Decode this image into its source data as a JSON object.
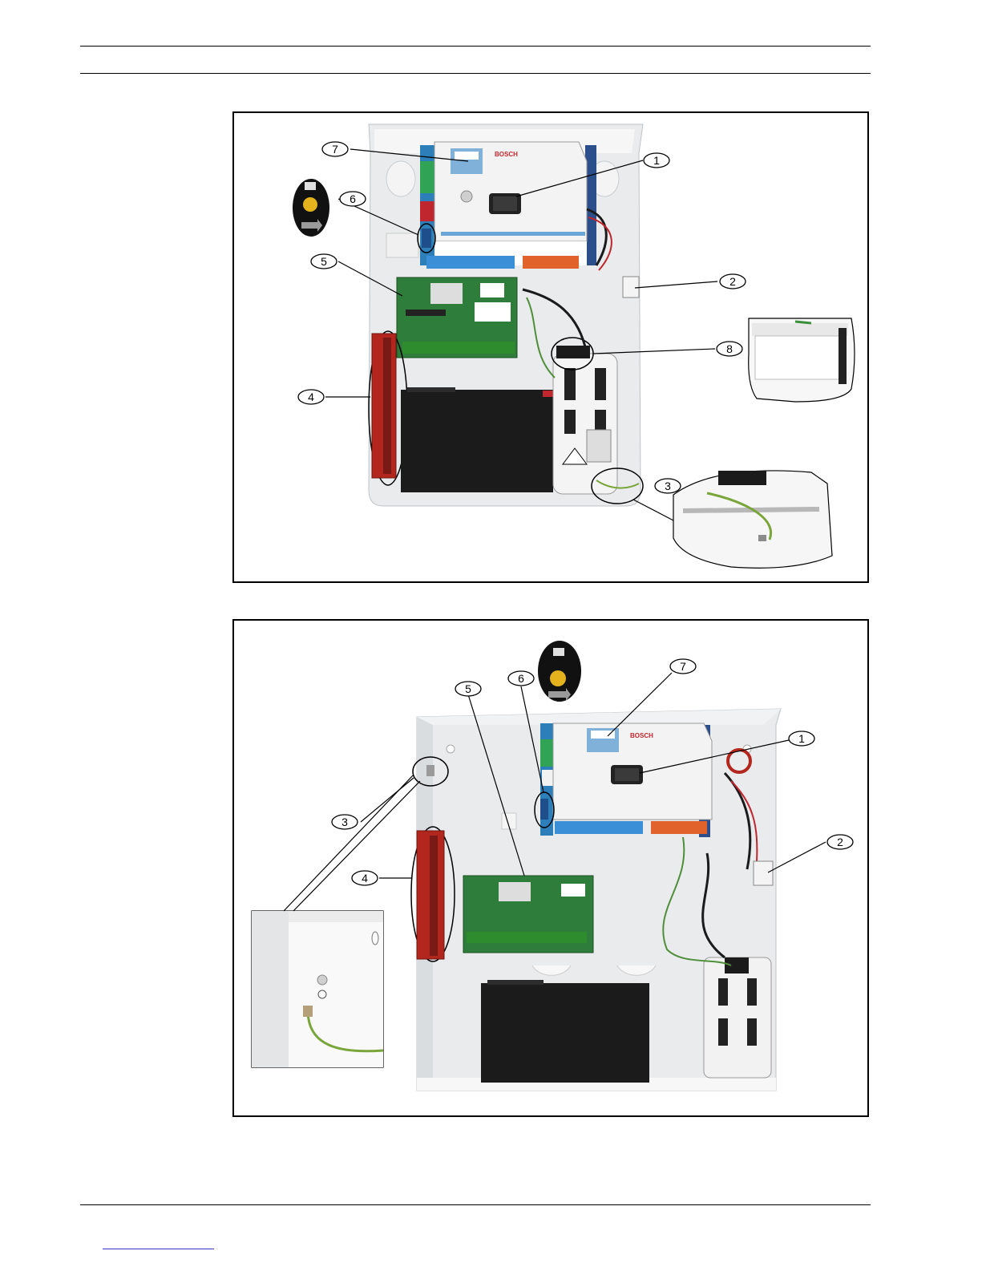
{
  "colors": {
    "rule": "#000000",
    "enclosure": "#eceef0",
    "board_green": "#2f7d3a",
    "board_red": "#b3261e",
    "battery": "#1b1b1b",
    "panel_white": "#f4f4f4",
    "terminal_blue": "#3a8fd6",
    "terminal_orange": "#e2622b",
    "wire_green_yellow": "#7aa53a",
    "footer_link": "#3333cc"
  },
  "figures": [
    {
      "name": "figure-top",
      "callouts": [
        "1",
        "2",
        "3",
        "4",
        "5",
        "6",
        "7",
        "8"
      ],
      "icons": [
        "tamper-switch-inset-icon",
        "phone-connection-inset-icon",
        "ground-wire-inset-icon"
      ]
    },
    {
      "name": "figure-bottom",
      "callouts": [
        "1",
        "2",
        "3",
        "4",
        "5",
        "6",
        "7"
      ],
      "icons": [
        "tamper-switch-inset-icon",
        "ground-wire-inset-icon"
      ]
    }
  ]
}
